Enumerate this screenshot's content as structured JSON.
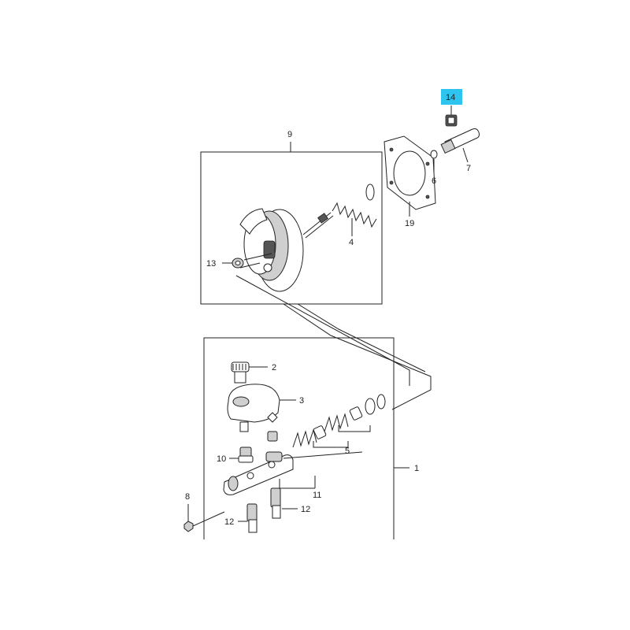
{
  "diagram": {
    "highlight_color": "#2ec4f0",
    "callouts": {
      "c1": "1",
      "c2": "2",
      "c3": "3",
      "c4": "4",
      "c5": "5",
      "c6": "6",
      "c7": "7",
      "c8": "8",
      "c9": "9",
      "c10": "10",
      "c11": "11",
      "c12a": "12",
      "c12b": "12",
      "c13": "13",
      "c14": "14",
      "c19": "19"
    }
  }
}
